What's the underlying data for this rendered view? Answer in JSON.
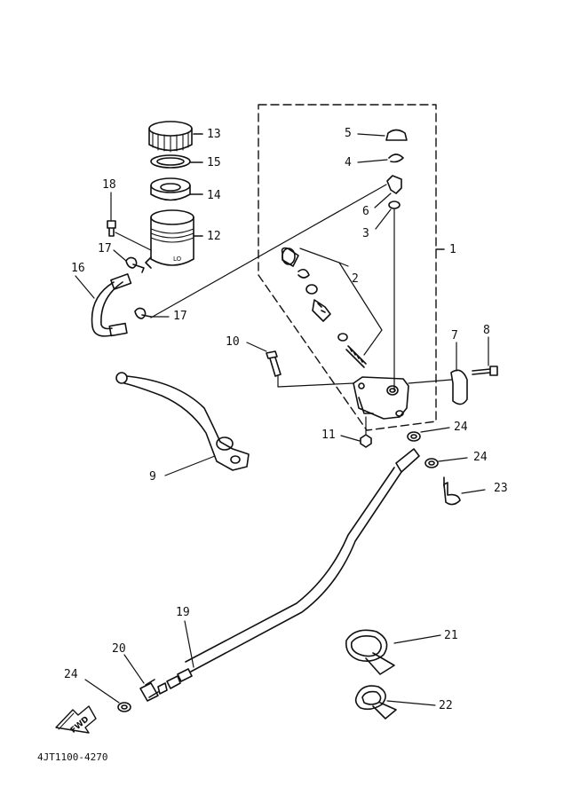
{
  "diagram": {
    "part_labels": [
      {
        "id": "13",
        "text": "13"
      },
      {
        "id": "15",
        "text": "15"
      },
      {
        "id": "14",
        "text": "14"
      },
      {
        "id": "12",
        "text": "12"
      },
      {
        "id": "18",
        "text": "18"
      },
      {
        "id": "17a",
        "text": "17"
      },
      {
        "id": "17b",
        "text": "17"
      },
      {
        "id": "16",
        "text": "16"
      },
      {
        "id": "5",
        "text": "5"
      },
      {
        "id": "4",
        "text": "4"
      },
      {
        "id": "6",
        "text": "6"
      },
      {
        "id": "3",
        "text": "3"
      },
      {
        "id": "1",
        "text": "1"
      },
      {
        "id": "2",
        "text": "2"
      },
      {
        "id": "10",
        "text": "10"
      },
      {
        "id": "7",
        "text": "7"
      },
      {
        "id": "8",
        "text": "8"
      },
      {
        "id": "11",
        "text": "11"
      },
      {
        "id": "24a",
        "text": "24"
      },
      {
        "id": "24b",
        "text": "24"
      },
      {
        "id": "23",
        "text": "23"
      },
      {
        "id": "9",
        "text": "9"
      },
      {
        "id": "19",
        "text": "19"
      },
      {
        "id": "21",
        "text": "21"
      },
      {
        "id": "20",
        "text": "20"
      },
      {
        "id": "24c",
        "text": "24"
      },
      {
        "id": "22",
        "text": "22"
      }
    ],
    "fwd_arrow_text": "FWD",
    "drawing_code": "4JT1100-4270"
  }
}
